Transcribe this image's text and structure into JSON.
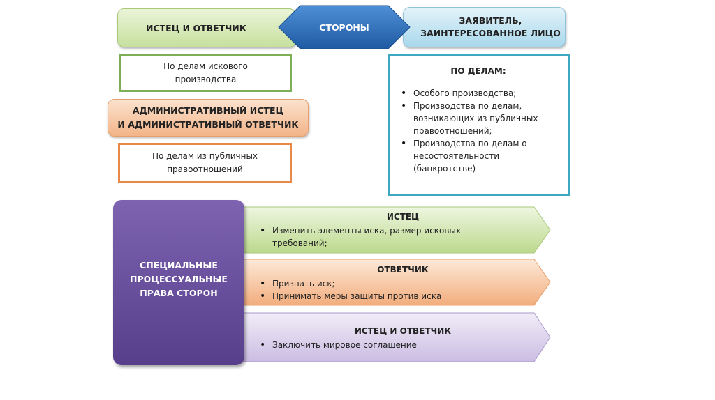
{
  "header": {
    "center": "СТОРОНЫ",
    "left": "ИСТЕЦ И ОТВЕТЧИК",
    "right": [
      "ЗАЯВИТЕЛЬ,",
      "ЗАИНТЕРЕСОВАННОЕ ЛИЦО"
    ]
  },
  "left_column": {
    "claim_note": [
      "По делам искового",
      "производства"
    ],
    "admin_parties": [
      "АДМИНИСТРАТИВНЫЙ ИСТЕЦ",
      "И АДМИНИСТРАТИВНЫЙ ОТВЕТЧИК"
    ],
    "admin_note": [
      "По делам из публичных",
      "правоотношений"
    ]
  },
  "right_column": {
    "title": "ПО ДЕЛАМ:",
    "items": [
      "Особого производства;",
      "Производства по делам, возникающих из публичных правоотношений;",
      "Производства по делам о несостоятельности (банкротстве)"
    ]
  },
  "special_rights": {
    "title": [
      "СПЕЦИАЛЬНЫЕ",
      "ПРОЦЕССУАЛЬНЫЕ",
      "ПРАВА СТОРОН"
    ],
    "rows": [
      {
        "title": "ИСТЕЦ",
        "items": [
          "Изменить элементы иска, размер исковых требований;"
        ],
        "color": "#c7e09e"
      },
      {
        "title": "ОТВЕТЧИК",
        "items": [
          "Признать иск;",
          "Принимать меры защиты против иска"
        ],
        "color": "#f3b489"
      },
      {
        "title": "ИСТЕЦ И ОТВЕТЧИК",
        "items": [
          "Заключить мировое соглашение"
        ],
        "color": "#d2c6e6"
      }
    ]
  },
  "colors": {
    "green": "#c7e09e",
    "blue_hex": "#2e6db5",
    "light_blue": "#a9d8ec",
    "orange": "#f3b489",
    "teal": "#3ea8c2",
    "purple": "#6a50a0"
  }
}
